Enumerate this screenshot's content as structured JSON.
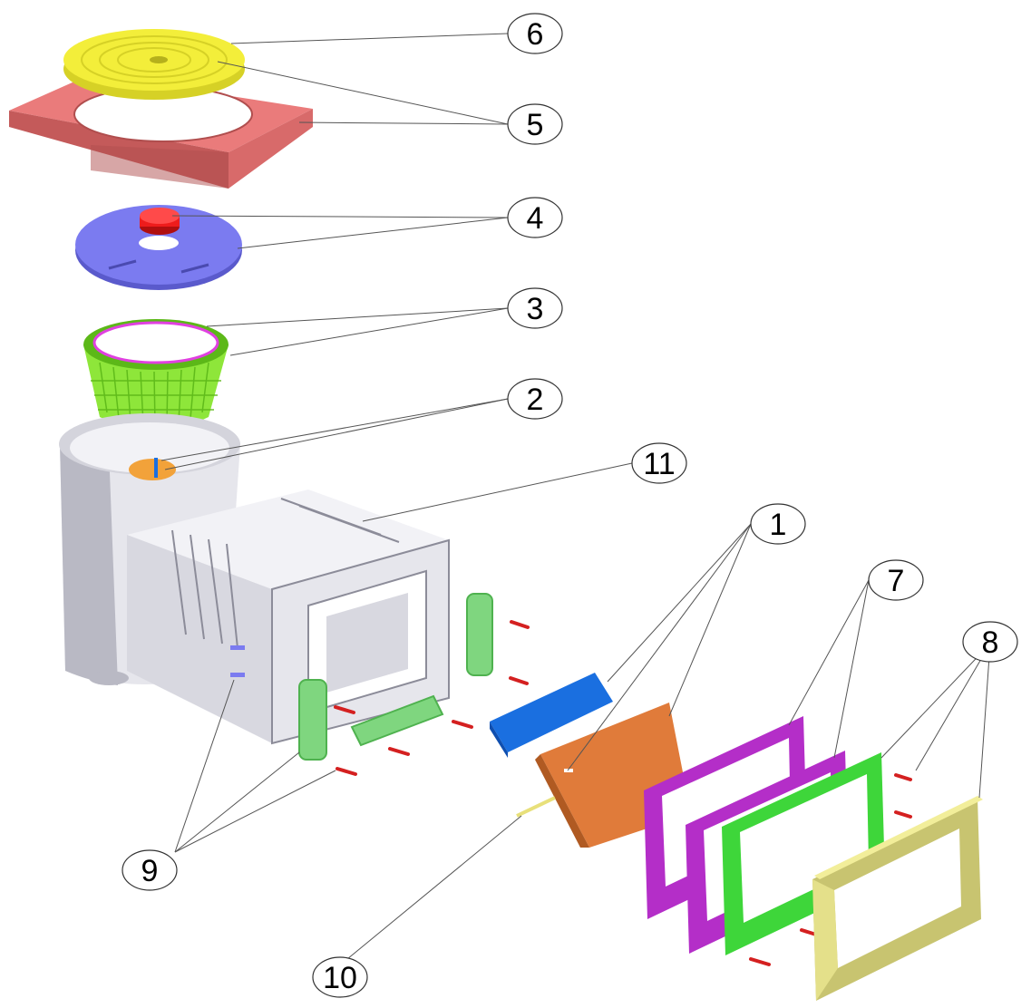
{
  "callouts": [
    {
      "id": "1",
      "label": "1"
    },
    {
      "id": "2",
      "label": "2"
    },
    {
      "id": "3",
      "label": "3"
    },
    {
      "id": "4",
      "label": "4"
    },
    {
      "id": "5",
      "label": "5"
    },
    {
      "id": "6",
      "label": "6"
    },
    {
      "id": "7",
      "label": "7"
    },
    {
      "id": "8",
      "label": "8"
    },
    {
      "id": "9",
      "label": "9"
    },
    {
      "id": "10",
      "label": "10"
    },
    {
      "id": "11",
      "label": "11"
    }
  ],
  "colors": {
    "lid": "#f3ee3a",
    "lid_shade": "#d6d126",
    "collar": "#ea7b7b",
    "collar_shade": "#c45a5a",
    "plate": "#7b7bf0",
    "plate_shade": "#5a5acc",
    "valve": "#ee1c1c",
    "basket": "#8ee63a",
    "basket_shade": "#5cb818",
    "basket_ring": "#e040e0",
    "flap": "#f2a23a",
    "body": "#e6e6ec",
    "body_shade": "#b9b9c4",
    "body_dark": "#8c8c99",
    "strip": "#7fd67f",
    "strip_shade": "#4fb24f",
    "weir_blue": "#1a6fe0",
    "weir_orange": "#e07b3a",
    "gasket_purple": "#b42ec8",
    "gasket_green": "#3ed63a",
    "faceplate": "#f2ee9a",
    "faceplate_shade": "#c8c470",
    "screw": "#d42020",
    "rod": "#e8e07a"
  }
}
